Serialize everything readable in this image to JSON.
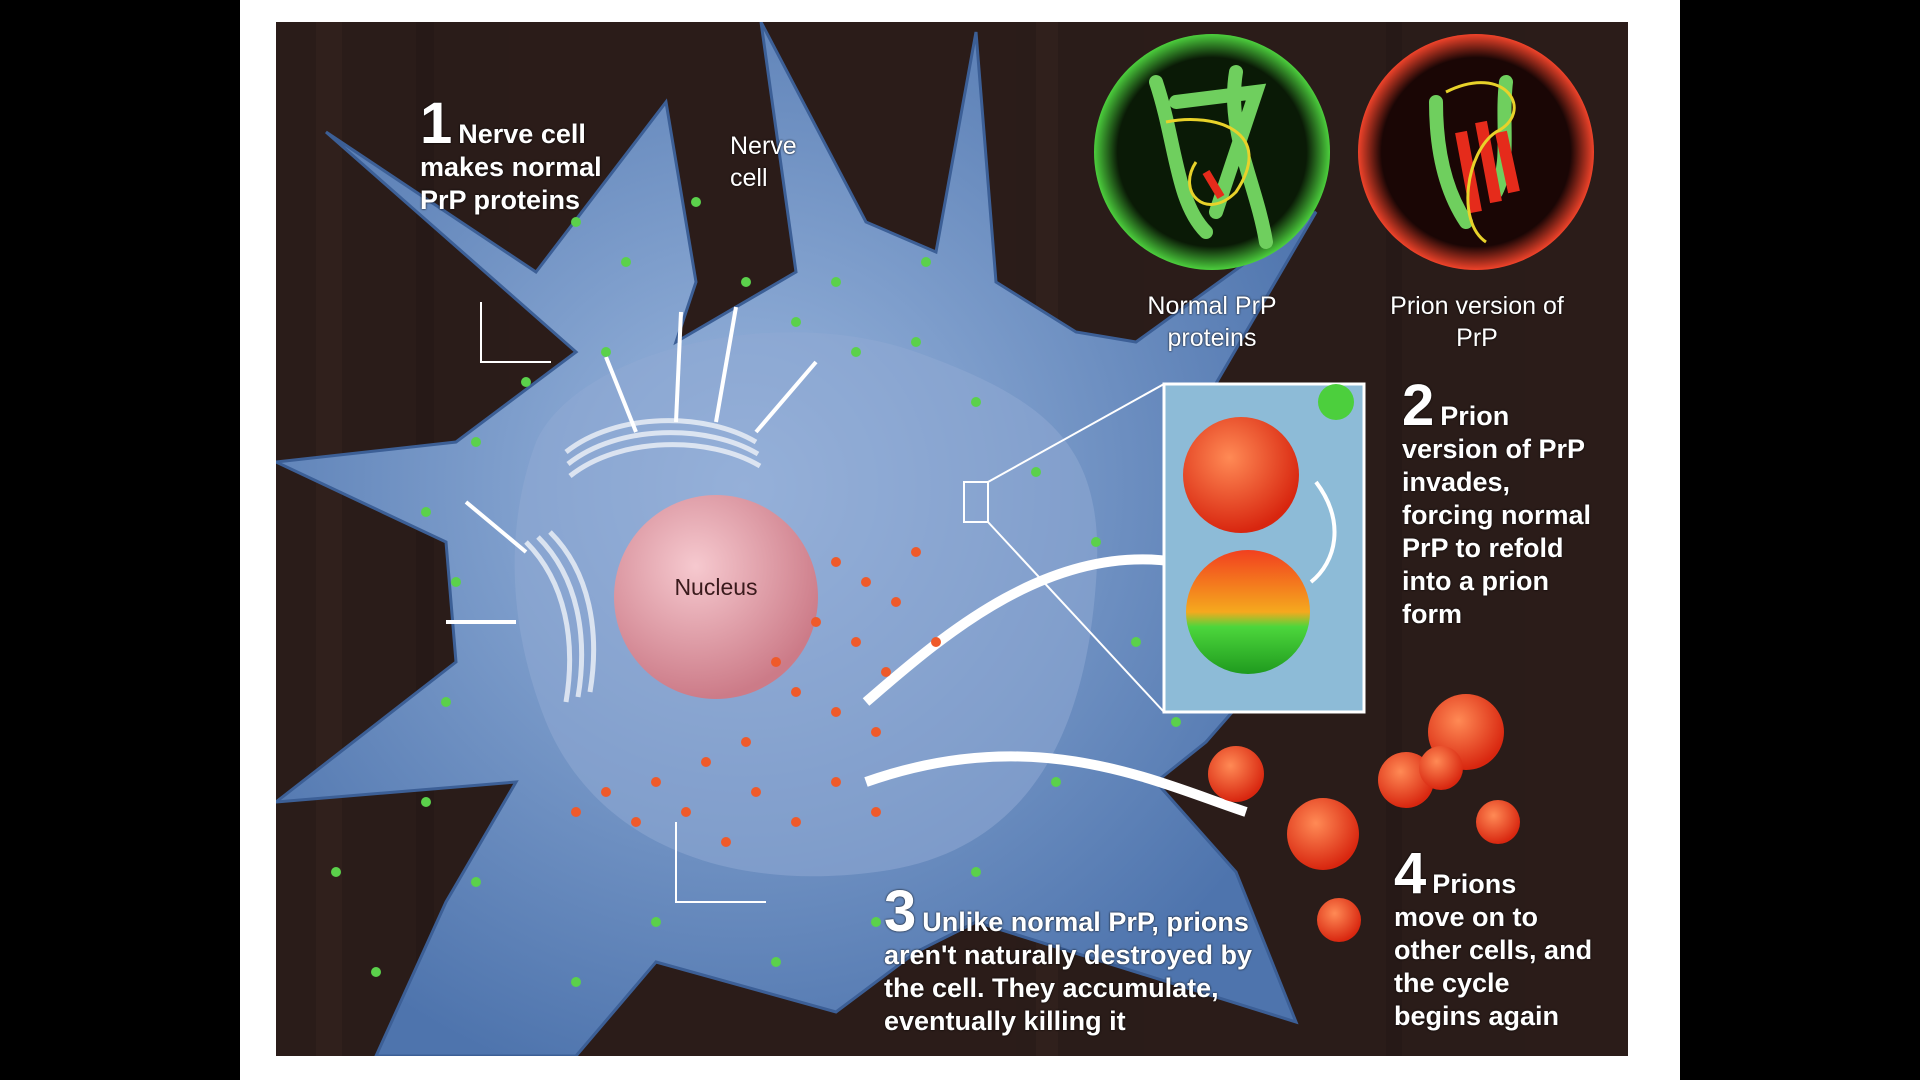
{
  "steps": [
    {
      "number": "1",
      "text": "Nerve cell makes normal PrP proteins"
    },
    {
      "number": "2",
      "text": "Prion version of PrP invades, forcing normal PrP to refold into a prion form"
    },
    {
      "number": "3",
      "text": "Unlike normal PrP, prions aren't naturally destroyed by the cell. They accumulate, eventually killing it"
    },
    {
      "number": "4",
      "text": "Prions move on to other cells, and the cycle begins again"
    }
  ],
  "labels": {
    "nerve_cell": "Nerve cell",
    "nucleus": "Nucleus",
    "normal_prp": "Normal PrP proteins",
    "prion_prp": "Prion version of PrP"
  },
  "colors": {
    "background": "#2b1d1a",
    "cell_body": "#6f93c6",
    "nucleus": "#e5a2ab",
    "normal_protein": "#55c74a",
    "prion_protein": "#ef4a22"
  }
}
